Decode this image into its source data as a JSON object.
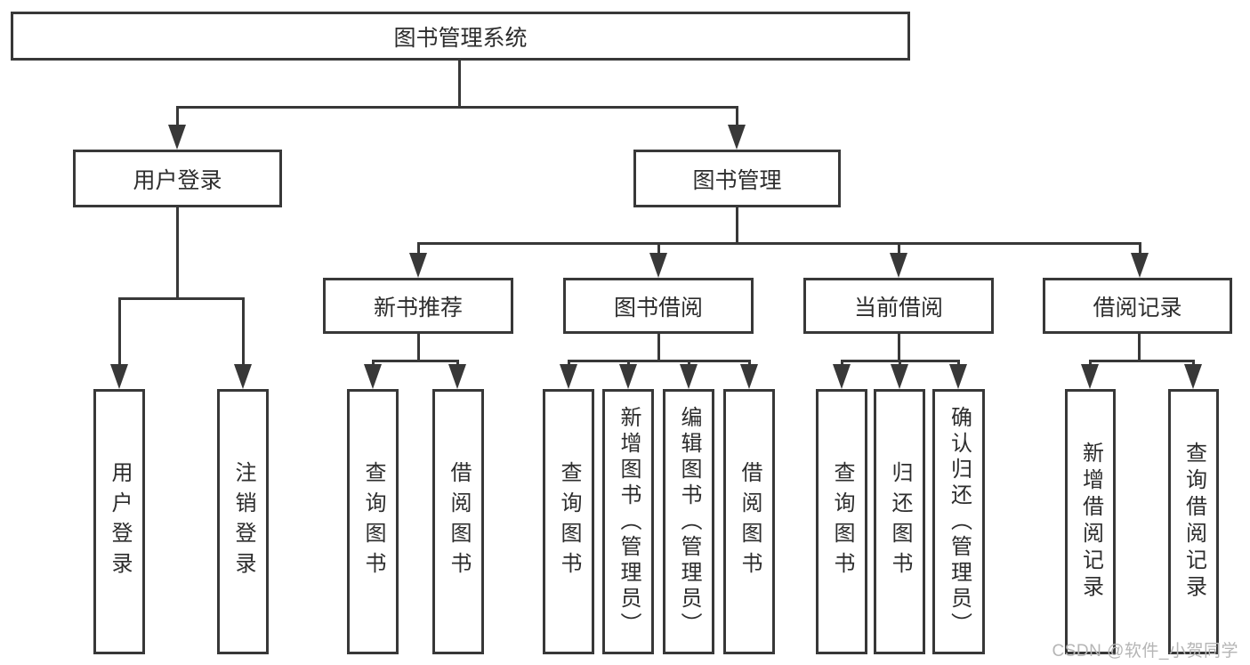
{
  "diagram_title": "图书管理系统",
  "nodes": {
    "root": "图书管理系统",
    "user-login": "用户登录",
    "book-mgmt": "图书管理",
    "new-book-rec": "新书推荐",
    "book-borrow": "图书借阅",
    "current-borrow": "当前借阅",
    "borrow-records": "借阅记录",
    "leaf-user-login": "用户登录",
    "leaf-logout": "注销登录",
    "leaf-nbr-query": "查询图书",
    "leaf-nbr-borrow": "借阅图书",
    "leaf-bb-query": "查询图书",
    "leaf-bb-add": "新增图书（管理员）",
    "leaf-bb-edit": "编辑图书（管理员）",
    "leaf-bb-borrow": "借阅图书",
    "leaf-cb-query": "查询图书",
    "leaf-cb-return": "归还图书",
    "leaf-cb-confirm": "确认归还（管理员）",
    "leaf-br-add": "新增借阅记录",
    "leaf-br-query": "查询借阅记录"
  },
  "watermark": "CSDN @软件_小贺同学",
  "colors": {
    "line": "#383838",
    "text": "#2d2d2d",
    "watermark": "#b5b5b5",
    "background": "#ffffff"
  }
}
